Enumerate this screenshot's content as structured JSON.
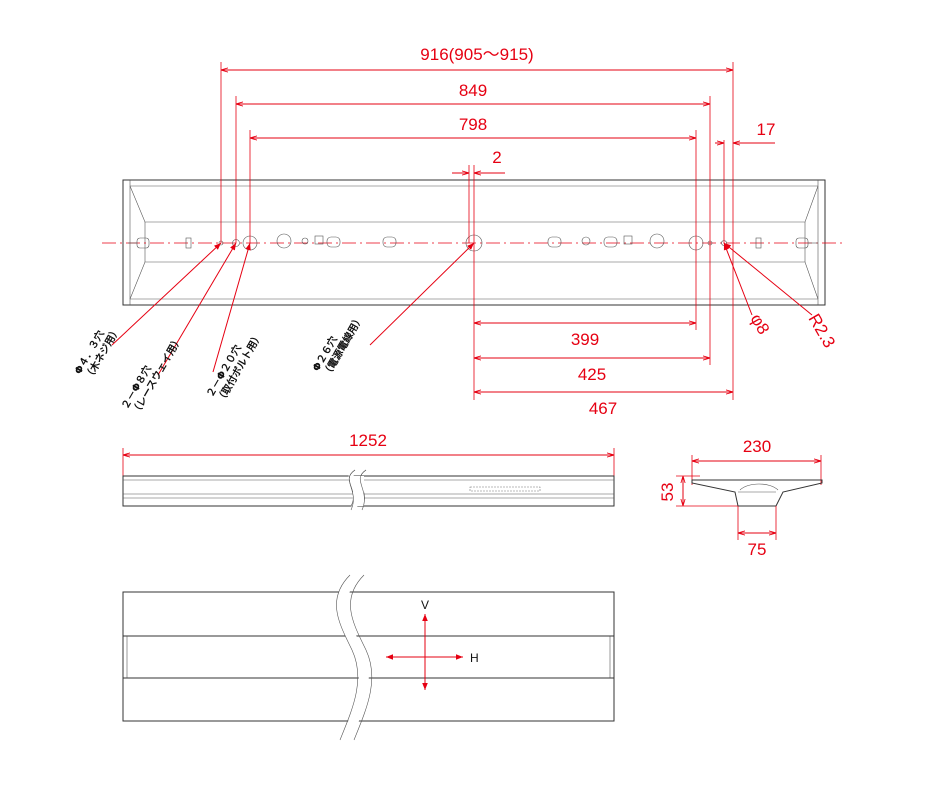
{
  "top_view": {
    "dimensions": {
      "overall": "916(905～915)",
      "d849": "849",
      "d798": "798",
      "d2": "2",
      "d17": "17",
      "d399": "399",
      "d425": "425",
      "d467": "467",
      "phi8": "φ8",
      "r23": "R2.3"
    },
    "hole_notes": [
      {
        "line1": "Φ４．３穴",
        "line2": "（木ネジ用）"
      },
      {
        "line1": "２－Φ８穴",
        "line2": "（レースウェイ用）"
      },
      {
        "line1": "２－Φ２０穴",
        "line2": "（取付ボルト用）"
      },
      {
        "line1": "Φ２６穴",
        "line2": "（電源電線用）"
      }
    ]
  },
  "side_view": {
    "length": "1252"
  },
  "section_view": {
    "width": "230",
    "height": "53",
    "bottom": "75"
  },
  "light_view": {
    "v_label": "V",
    "h_label": "H"
  },
  "colors": {
    "dimension": "#e60012",
    "outline": "#333333"
  }
}
